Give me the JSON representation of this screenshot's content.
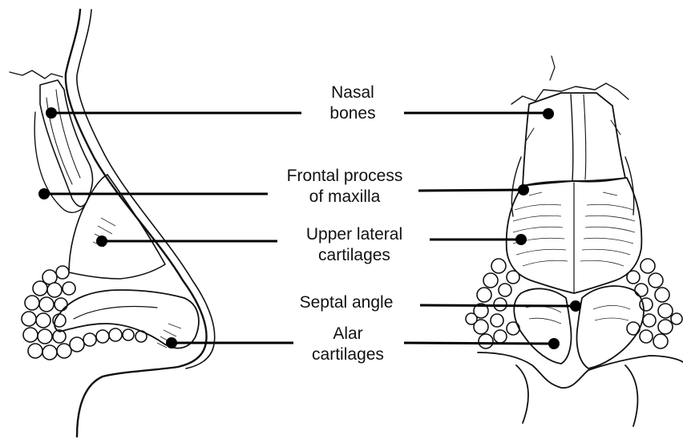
{
  "labels": {
    "nasal_bones": [
      "Nasal",
      "bones"
    ],
    "frontal_process": [
      "Frontal process",
      "of maxilla"
    ],
    "upper_lateral": [
      "Upper lateral",
      "cartilages"
    ],
    "septal_angle": [
      "Septal angle"
    ],
    "alar": [
      "Alar",
      "cartilages"
    ]
  },
  "colors": {
    "ink": "#111111",
    "background": "#ffffff"
  }
}
